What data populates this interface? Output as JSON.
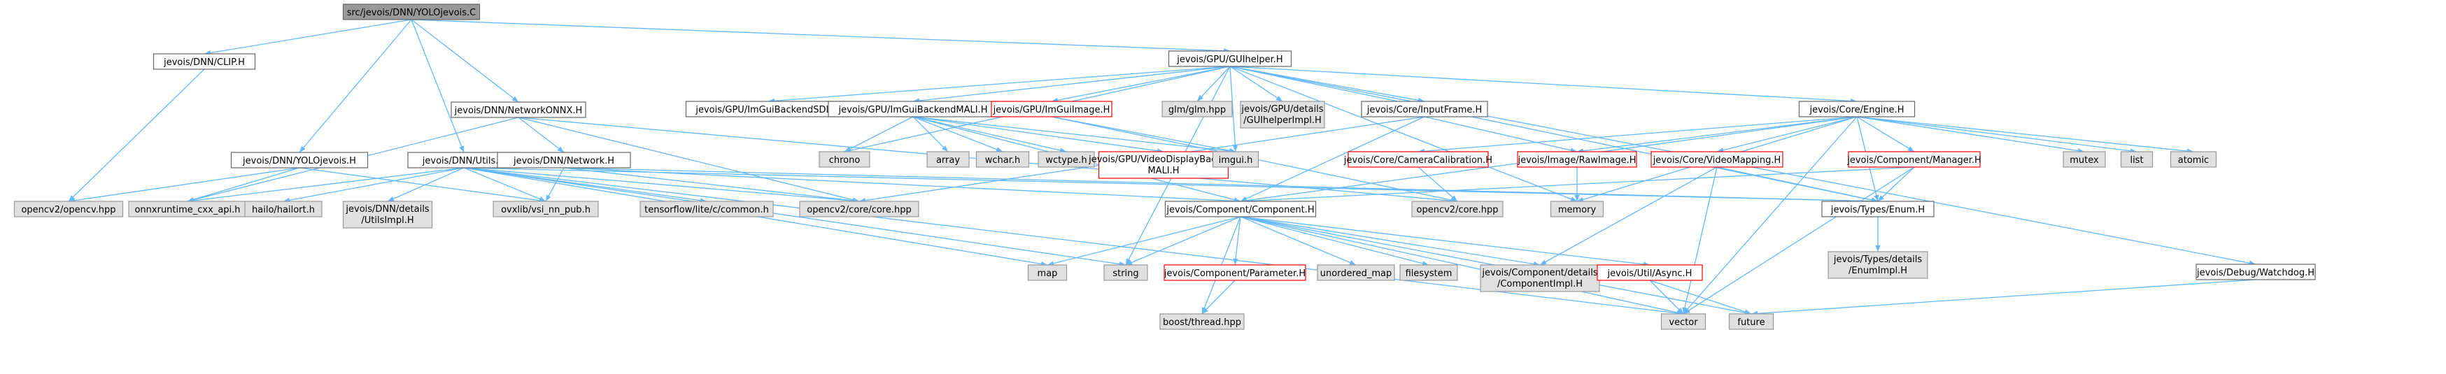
{
  "colors": {
    "edge": "#63b8ff",
    "root_fill": "#999999",
    "node_fill": "#ffffff",
    "node_border": "#666666",
    "external_fill": "#e0e0e0",
    "external_border": "#999999",
    "missing_border": "#ff0000"
  },
  "nodes": [
    {
      "id": "root",
      "label": [
        "src/jevois/DNN/YOLOjevois.C"
      ],
      "kind": "root"
    },
    {
      "id": "clip",
      "label": [
        "jevois/DNN/CLIP.H"
      ],
      "kind": "normal"
    },
    {
      "id": "yolojevois_h",
      "label": [
        "jevois/DNN/YOLOjevois.H"
      ],
      "kind": "normal"
    },
    {
      "id": "utils_h",
      "label": [
        "jevois/DNN/Utils.H"
      ],
      "kind": "normal"
    },
    {
      "id": "networkonnx",
      "label": [
        "jevois/DNN/NetworkONNX.H"
      ],
      "kind": "normal"
    },
    {
      "id": "network_h",
      "label": [
        "jevois/DNN/Network.H"
      ],
      "kind": "normal"
    },
    {
      "id": "guihelper",
      "label": [
        "jevois/GPU/GUIhelper.H"
      ],
      "kind": "normal"
    },
    {
      "id": "sdl",
      "label": [
        "jevois/GPU/ImGuiBackendSDL.H"
      ],
      "kind": "normal"
    },
    {
      "id": "mali",
      "label": [
        "jevois/GPU/ImGuiBackendMALI.H"
      ],
      "kind": "normal"
    },
    {
      "id": "imguiimage",
      "label": [
        "jevois/GPU/ImGuiImage.H"
      ],
      "kind": "missing"
    },
    {
      "id": "glm",
      "label": [
        "glm/glm.hpp"
      ],
      "kind": "external"
    },
    {
      "id": "guihelperimpl",
      "label": [
        "jevois/GPU/details",
        "/GUIhelperImpl.H"
      ],
      "kind": "external"
    },
    {
      "id": "inputframe",
      "label": [
        "jevois/Core/InputFrame.H"
      ],
      "kind": "normal"
    },
    {
      "id": "engine",
      "label": [
        "jevois/Core/Engine.H"
      ],
      "kind": "normal"
    },
    {
      "id": "opencv_hpp",
      "label": [
        "opencv2/opencv.hpp"
      ],
      "kind": "external"
    },
    {
      "id": "onnxruntime",
      "label": [
        "onnxruntime_cxx_api.h"
      ],
      "kind": "external"
    },
    {
      "id": "hailort",
      "label": [
        "hailo/hailort.h"
      ],
      "kind": "external"
    },
    {
      "id": "utilsimpl",
      "label": [
        "jevois/DNN/details",
        "/UtilsImpl.H"
      ],
      "kind": "external"
    },
    {
      "id": "ovxlib",
      "label": [
        "ovxlib/vsi_nn_pub.h"
      ],
      "kind": "external"
    },
    {
      "id": "tflite",
      "label": [
        "tensorflow/lite/c/common.h"
      ],
      "kind": "external"
    },
    {
      "id": "opencv_core_cpp",
      "label": [
        "opencv2/core/core.hpp"
      ],
      "kind": "external"
    },
    {
      "id": "chrono",
      "label": [
        "chrono"
      ],
      "kind": "external"
    },
    {
      "id": "array",
      "label": [
        "array"
      ],
      "kind": "external"
    },
    {
      "id": "wchar",
      "label": [
        "wchar.h"
      ],
      "kind": "external"
    },
    {
      "id": "wctype",
      "label": [
        "wctype.h"
      ],
      "kind": "external"
    },
    {
      "id": "videodisplay",
      "label": [
        "jevois/GPU/VideoDisplayBackend",
        "MALI.H"
      ],
      "kind": "missing"
    },
    {
      "id": "imgui",
      "label": [
        "imgui.h"
      ],
      "kind": "external"
    },
    {
      "id": "component_h",
      "label": [
        "jevois/Component/Component.H"
      ],
      "kind": "normal"
    },
    {
      "id": "opencv_core",
      "label": [
        "opencv2/core.hpp"
      ],
      "kind": "external"
    },
    {
      "id": "cameracal",
      "label": [
        "jevois/Core/CameraCalibration.H"
      ],
      "kind": "missing"
    },
    {
      "id": "rawimage",
      "label": [
        "jevois/Image/RawImage.H"
      ],
      "kind": "missing"
    },
    {
      "id": "videomapping",
      "label": [
        "jevois/Core/VideoMapping.H"
      ],
      "kind": "missing"
    },
    {
      "id": "manager",
      "label": [
        "jevois/Component/Manager.H"
      ],
      "kind": "missing"
    },
    {
      "id": "mutex",
      "label": [
        "mutex"
      ],
      "kind": "external"
    },
    {
      "id": "list",
      "label": [
        "list"
      ],
      "kind": "external"
    },
    {
      "id": "atomic",
      "label": [
        "atomic"
      ],
      "kind": "external"
    },
    {
      "id": "memory",
      "label": [
        "memory"
      ],
      "kind": "external"
    },
    {
      "id": "enum_h",
      "label": [
        "jevois/Types/Enum.H"
      ],
      "kind": "normal"
    },
    {
      "id": "enumimpl",
      "label": [
        "jevois/Types/details",
        "/EnumImpl.H"
      ],
      "kind": "external"
    },
    {
      "id": "watchdog",
      "label": [
        "jevois/Debug/Watchdog.H"
      ],
      "kind": "normal"
    },
    {
      "id": "map",
      "label": [
        "map"
      ],
      "kind": "external"
    },
    {
      "id": "string",
      "label": [
        "string"
      ],
      "kind": "external"
    },
    {
      "id": "parameter",
      "label": [
        "jevois/Component/Parameter.H"
      ],
      "kind": "missing"
    },
    {
      "id": "unordered_map",
      "label": [
        "unordered_map"
      ],
      "kind": "external"
    },
    {
      "id": "filesystem",
      "label": [
        "filesystem"
      ],
      "kind": "external"
    },
    {
      "id": "componentimpl",
      "label": [
        "jevois/Component/details",
        "/ComponentImpl.H"
      ],
      "kind": "external"
    },
    {
      "id": "async",
      "label": [
        "jevois/Util/Async.H"
      ],
      "kind": "missing"
    },
    {
      "id": "boostthread",
      "label": [
        "boost/thread.hpp"
      ],
      "kind": "external"
    },
    {
      "id": "vector",
      "label": [
        "vector"
      ],
      "kind": "external"
    },
    {
      "id": "future",
      "label": [
        "future"
      ],
      "kind": "external"
    }
  ],
  "edges": [
    [
      "root",
      "clip"
    ],
    [
      "root",
      "yolojevois_h"
    ],
    [
      "root",
      "utils_h"
    ],
    [
      "root",
      "networkonnx"
    ],
    [
      "root",
      "guihelper"
    ],
    [
      "clip",
      "opencv_hpp"
    ],
    [
      "yolojevois_h",
      "opencv_hpp"
    ],
    [
      "yolojevois_h",
      "onnxruntime"
    ],
    [
      "yolojevois_h",
      "ovxlib"
    ],
    [
      "utils_h",
      "onnxruntime"
    ],
    [
      "utils_h",
      "hailort"
    ],
    [
      "utils_h",
      "utilsimpl"
    ],
    [
      "utils_h",
      "ovxlib"
    ],
    [
      "utils_h",
      "tflite"
    ],
    [
      "utils_h",
      "opencv_core_cpp"
    ],
    [
      "utils_h",
      "map"
    ],
    [
      "utils_h",
      "string"
    ],
    [
      "utils_h",
      "vector"
    ],
    [
      "utils_h",
      "enum_h"
    ],
    [
      "networkonnx",
      "onnxruntime"
    ],
    [
      "networkonnx",
      "network_h"
    ],
    [
      "networkonnx",
      "opencv_core_cpp"
    ],
    [
      "networkonnx",
      "opencv_core"
    ],
    [
      "network_h",
      "ovxlib"
    ],
    [
      "network_h",
      "opencv_core_cpp"
    ],
    [
      "network_h",
      "component_h"
    ],
    [
      "network_h",
      "enum_h"
    ],
    [
      "guihelper",
      "sdl"
    ],
    [
      "guihelper",
      "mali"
    ],
    [
      "guihelper",
      "imguiimage"
    ],
    [
      "guihelper",
      "glm"
    ],
    [
      "guihelper",
      "guihelperimpl"
    ],
    [
      "guihelper",
      "inputframe"
    ],
    [
      "guihelper",
      "engine"
    ],
    [
      "guihelper",
      "chrono"
    ],
    [
      "guihelper",
      "imgui"
    ],
    [
      "guihelper",
      "string"
    ],
    [
      "guihelper",
      "memory"
    ],
    [
      "guihelper",
      "enum_h"
    ],
    [
      "guihelper",
      "watchdog"
    ],
    [
      "mali",
      "chrono"
    ],
    [
      "mali",
      "array"
    ],
    [
      "mali",
      "wchar"
    ],
    [
      "mali",
      "wctype"
    ],
    [
      "mali",
      "videodisplay"
    ],
    [
      "mali",
      "imgui"
    ],
    [
      "mali",
      "component_h"
    ],
    [
      "imguiimage",
      "imgui"
    ],
    [
      "imguiimage",
      "opencv_core"
    ],
    [
      "inputframe",
      "rawimage"
    ],
    [
      "inputframe",
      "opencv_core_cpp"
    ],
    [
      "inputframe",
      "component_h"
    ],
    [
      "engine",
      "cameracal"
    ],
    [
      "engine",
      "rawimage"
    ],
    [
      "engine",
      "videomapping"
    ],
    [
      "engine",
      "manager"
    ],
    [
      "engine",
      "mutex"
    ],
    [
      "engine",
      "list"
    ],
    [
      "engine",
      "atomic"
    ],
    [
      "engine",
      "memory"
    ],
    [
      "engine",
      "enum_h"
    ],
    [
      "engine",
      "vector"
    ],
    [
      "engine",
      "component_h"
    ],
    [
      "cameracal",
      "opencv_core"
    ],
    [
      "rawimage",
      "memory"
    ],
    [
      "videomapping",
      "enum_h"
    ],
    [
      "videomapping",
      "vector"
    ],
    [
      "videomapping",
      "componentimpl"
    ],
    [
      "manager",
      "component_h"
    ],
    [
      "manager",
      "enum_h"
    ],
    [
      "manager",
      "vector"
    ],
    [
      "enum_h",
      "enumimpl"
    ],
    [
      "watchdog",
      "future"
    ],
    [
      "component_h",
      "map"
    ],
    [
      "component_h",
      "string"
    ],
    [
      "component_h",
      "parameter"
    ],
    [
      "component_h",
      "unordered_map"
    ],
    [
      "component_h",
      "filesystem"
    ],
    [
      "component_h",
      "componentimpl"
    ],
    [
      "component_h",
      "async"
    ],
    [
      "component_h",
      "boostthread"
    ],
    [
      "component_h",
      "vector"
    ],
    [
      "component_h",
      "future"
    ],
    [
      "parameter",
      "boostthread"
    ],
    [
      "async",
      "vector"
    ],
    [
      "async",
      "future"
    ]
  ]
}
